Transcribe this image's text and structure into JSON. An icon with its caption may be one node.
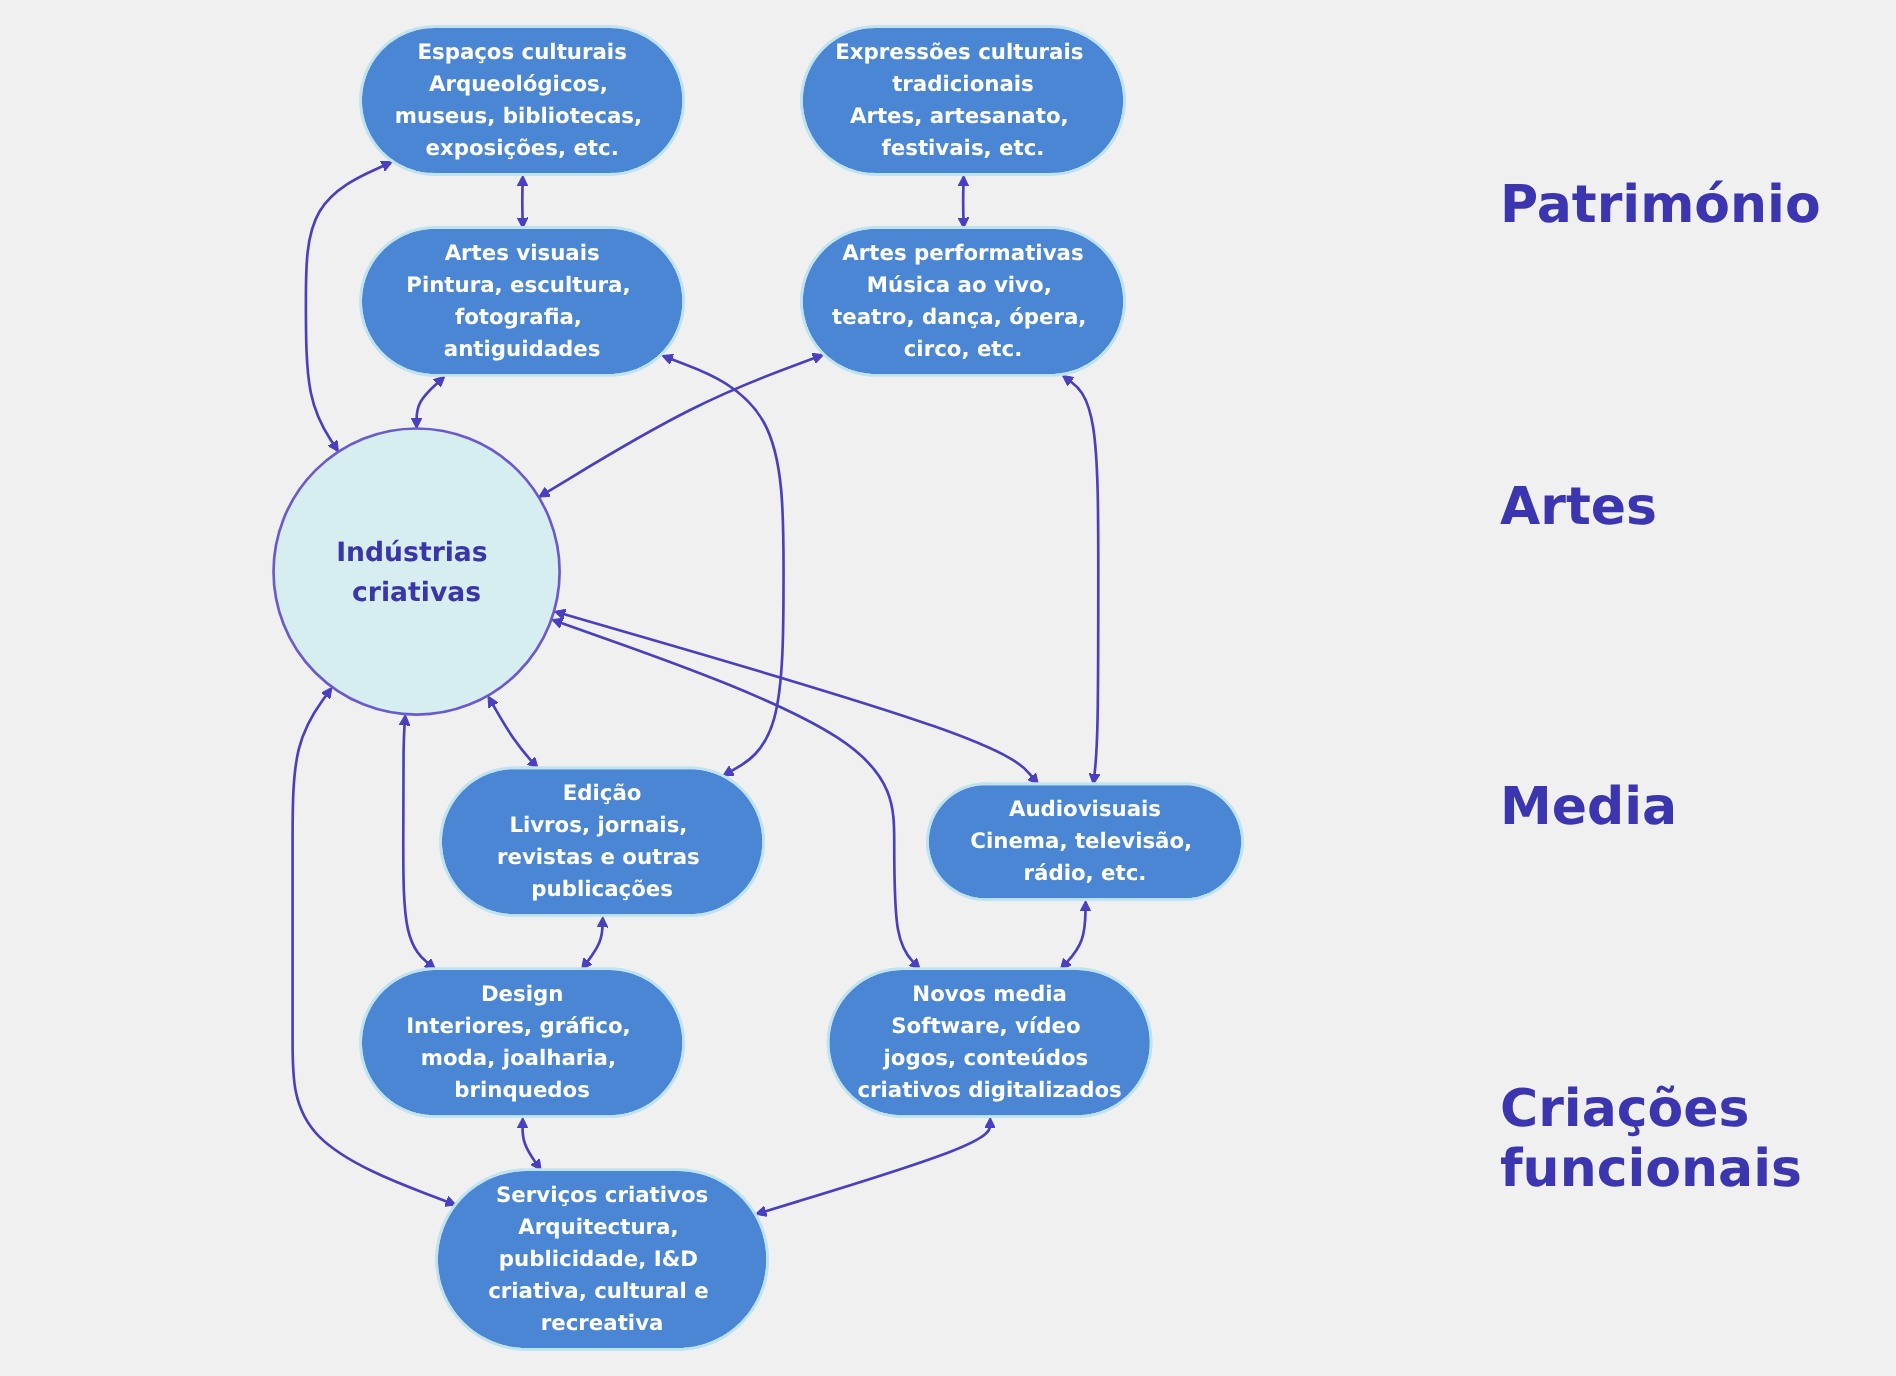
{
  "diagram": {
    "nodes": [
      {
        "text": [
          "Espaços culturais",
          "Arqueológicos, museus, bibliotecas, exposições, etc."
        ]
      },
      {
        "text": [
          "Expressões culturais tradicionais",
          "Artes, artesanato, festivais, etc."
        ]
      },
      {
        "text": [
          "Artes visuais",
          "Pintura, escultura, fotografia, antiguidades"
        ]
      },
      {
        "text": [
          "Artes performativas",
          "Música ao vivo, teatro, dança, ópera, circo, etc."
        ]
      },
      {
        "text": [
          "Indústrias criativas"
        ]
      },
      {
        "text": [
          "Edição",
          "Livros, jornais, revistas e outras publicações"
        ]
      },
      {
        "text": [
          "Audiovisuais",
          "Cinema, televisão, rádio, etc."
        ]
      },
      {
        "text": [
          "Design",
          "Interiores, gráfico, moda, joalharia, brinquedos"
        ]
      },
      {
        "text": [
          "Serviços criativos",
          "Arquitectura, publicidade, I&D criativa, cultural e recreativa"
        ]
      },
      {
        "text": [
          "Novos media",
          "Software, vídeo jogos, conteúdos criativos digitalizados"
        ]
      }
    ],
    "edges": [
      {
        "from": 0,
        "to": 2,
        "arrow": "both"
      },
      {
        "from": 1,
        "to": 3,
        "arrow": "both"
      },
      {
        "from": 0,
        "to": 4,
        "arrow": "both"
      },
      {
        "from": 2,
        "to": 4,
        "arrow": "both"
      },
      {
        "from": 3,
        "to": 4,
        "arrow": "both"
      },
      {
        "from": 4,
        "to": 5,
        "arrow": "both"
      },
      {
        "from": 4,
        "to": 6,
        "arrow": "both"
      },
      {
        "from": 4,
        "to": 7,
        "arrow": "both"
      },
      {
        "from": 4,
        "to": 8,
        "arrow": "both"
      },
      {
        "from": 4,
        "to": 9,
        "arrow": "both"
      },
      {
        "from": 2,
        "to": 5,
        "arrow": "both"
      },
      {
        "from": 5,
        "to": 7,
        "arrow": "both"
      },
      {
        "from": 3,
        "to": 6,
        "arrow": "both"
      },
      {
        "from": 6,
        "to": 9,
        "arrow": "both"
      },
      {
        "from": 7,
        "to": 8,
        "arrow": "both"
      },
      {
        "from": 9,
        "to": 8,
        "arrow": "both"
      }
    ],
    "labels": [
      "Património",
      "Artes",
      "Media",
      "Criações funcionais"
    ]
  }
}
